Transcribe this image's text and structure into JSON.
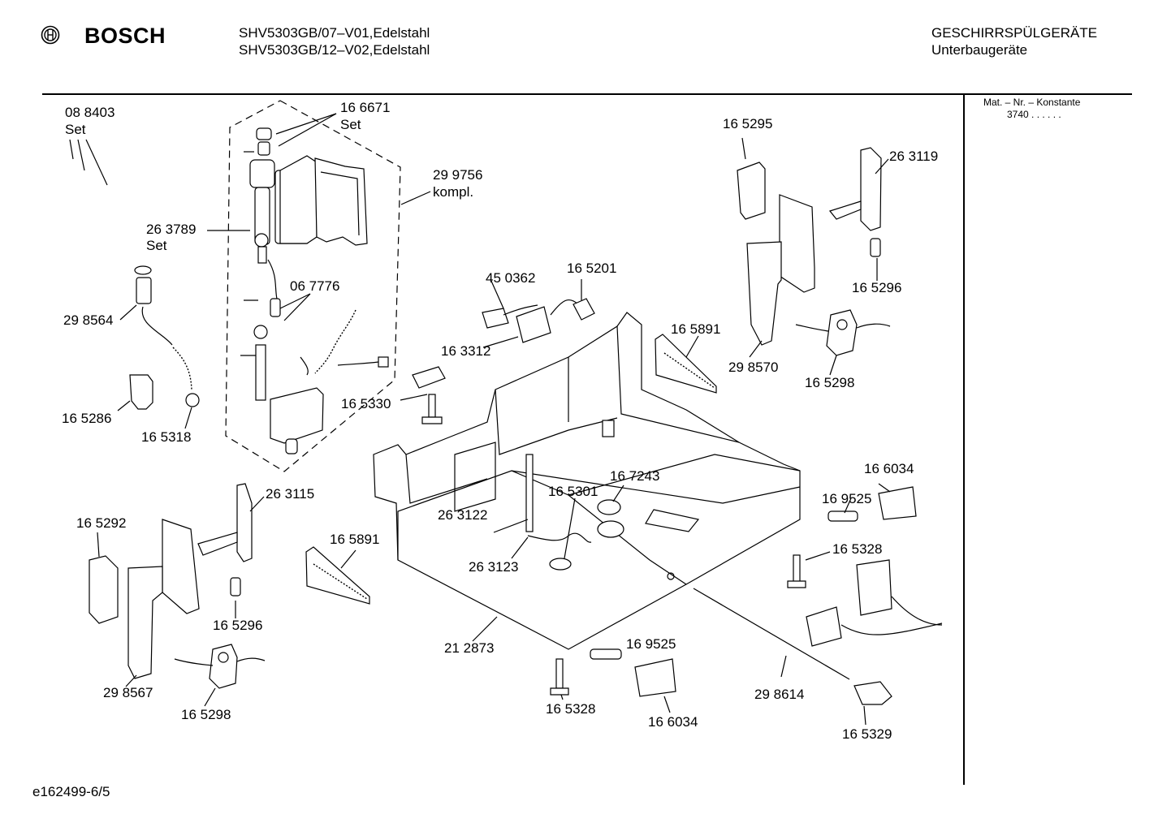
{
  "header": {
    "brand": "BOSCH",
    "model_line_1": "SHV5303GB/07–V01,Edelstahl",
    "model_line_2": "SHV5303GB/12–V02,Edelstahl",
    "category_line_1": "GESCHIRRSPÜLGERÄTE",
    "category_line_2": "Unterbaugeräte"
  },
  "side_panel": {
    "heading": "Mat. – Nr. – Konstante",
    "value": "3740 . . . . . ."
  },
  "footer": {
    "drawing_id": "e162499-6/5"
  },
  "icons": {
    "logo": "bosch-armature-logo-icon"
  },
  "parts": [
    {
      "name": "part-088403",
      "lines": [
        "08 8403",
        "Set"
      ]
    },
    {
      "name": "part-166671",
      "lines": [
        "16 6671",
        "Set"
      ]
    },
    {
      "name": "part-299756",
      "lines": [
        "29 9756",
        "kompl."
      ]
    },
    {
      "name": "part-263789",
      "lines": [
        "26 3789",
        "Set"
      ]
    },
    {
      "name": "part-067776",
      "lines": [
        "06 7776"
      ]
    },
    {
      "name": "part-298564",
      "lines": [
        "29 8564"
      ]
    },
    {
      "name": "part-165286",
      "lines": [
        "16 5286"
      ]
    },
    {
      "name": "part-165318",
      "lines": [
        "16 5318"
      ]
    },
    {
      "name": "part-450362",
      "lines": [
        "45 0362"
      ]
    },
    {
      "name": "part-165201",
      "lines": [
        "16 5201"
      ]
    },
    {
      "name": "part-163312",
      "lines": [
        "16 3312"
      ]
    },
    {
      "name": "part-165330",
      "lines": [
        "16 5330"
      ]
    },
    {
      "name": "part-165295",
      "lines": [
        "16 5295"
      ]
    },
    {
      "name": "part-263119",
      "lines": [
        "26 3119"
      ]
    },
    {
      "name": "part-165296-right",
      "lines": [
        "16 5296"
      ]
    },
    {
      "name": "part-165891-right",
      "lines": [
        "16 5891"
      ]
    },
    {
      "name": "part-298570",
      "lines": [
        "29 8570"
      ]
    },
    {
      "name": "part-165298-right",
      "lines": [
        "16 5298"
      ]
    },
    {
      "name": "part-263115",
      "lines": [
        "26 3115"
      ]
    },
    {
      "name": "part-165292",
      "lines": [
        "16 5292"
      ]
    },
    {
      "name": "part-165891-left",
      "lines": [
        "16 5891"
      ]
    },
    {
      "name": "part-165296-left",
      "lines": [
        "16 5296"
      ]
    },
    {
      "name": "part-298567",
      "lines": [
        "29 8567"
      ]
    },
    {
      "name": "part-165298-left",
      "lines": [
        "16 5298"
      ]
    },
    {
      "name": "part-167243",
      "lines": [
        "16 7243"
      ]
    },
    {
      "name": "part-165301",
      "lines": [
        "16 5301"
      ]
    },
    {
      "name": "part-263122",
      "lines": [
        "26 3122"
      ]
    },
    {
      "name": "part-263123",
      "lines": [
        "26 3123"
      ]
    },
    {
      "name": "part-212873",
      "lines": [
        "21 2873"
      ]
    },
    {
      "name": "part-169525-lower",
      "lines": [
        "16 9525"
      ]
    },
    {
      "name": "part-165328-lower",
      "lines": [
        "16 5328"
      ]
    },
    {
      "name": "part-166034-lower",
      "lines": [
        "16 6034"
      ]
    },
    {
      "name": "part-166034-right",
      "lines": [
        "16 6034"
      ]
    },
    {
      "name": "part-169525-right",
      "lines": [
        "16 9525"
      ]
    },
    {
      "name": "part-165328-right",
      "lines": [
        "16 5328"
      ]
    },
    {
      "name": "part-298614",
      "lines": [
        "29 8614"
      ]
    },
    {
      "name": "part-165329",
      "lines": [
        "16 5329"
      ]
    }
  ]
}
